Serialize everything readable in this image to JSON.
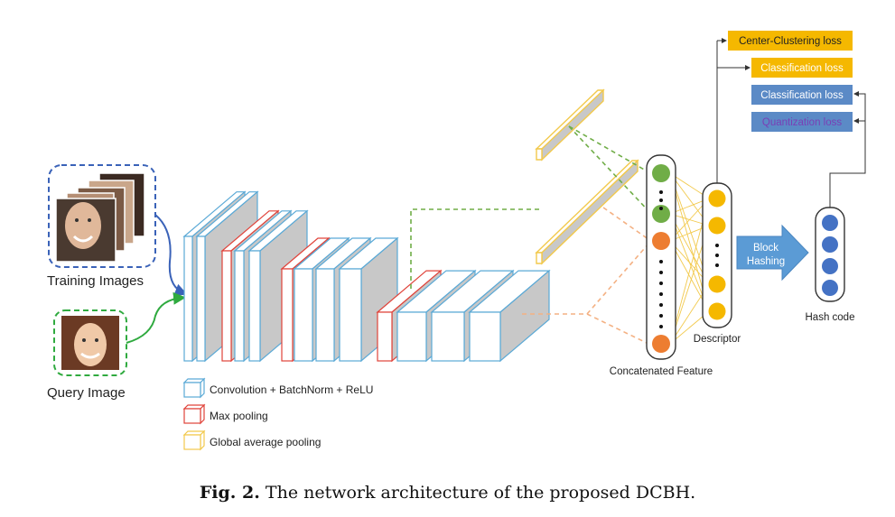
{
  "labels": {
    "training_images": "Training Images",
    "query_image": "Query Image",
    "concatenated_feature": "Concatenated Feature",
    "descriptor": "Descriptor",
    "hash_code": "Hash code",
    "block_hashing": "Block\nHashing"
  },
  "losses": [
    {
      "text": "Center-Clustering loss",
      "color": "#f5b800",
      "text_color": "#222222"
    },
    {
      "text": "Classification loss",
      "color": "#f5b800",
      "text_color": "#ffffff"
    },
    {
      "text": "Classification loss",
      "color": "#5b8ac6",
      "text_color": "#ffffff"
    },
    {
      "text": "Quantization loss",
      "color": "#5b8ac6",
      "text_color": "#7a3fb5"
    }
  ],
  "legend": [
    {
      "text": "Convolution + BatchNorm  + ReLU",
      "color": "#5aa9d6"
    },
    {
      "text": "Max pooling",
      "color": "#e0433a"
    },
    {
      "text": "Global average pooling",
      "color": "#f2c94c"
    }
  ],
  "caption": {
    "prefix": "Fig. 2.",
    "text": " The network architecture of the proposed DCBH."
  },
  "colors": {
    "conv": "#5aa9d6",
    "pool": "#e0433a",
    "gap": "#f2c94c",
    "green_node": "#70ad47",
    "orange_node": "#ed7d31",
    "yellow_node": "#f5b800",
    "blue_node": "#4472c4",
    "arrow_blue": "#5b9bd5",
    "dashed_green": "#70ad47",
    "dashed_orange": "#f4b183",
    "training_frame": "#3a62b8",
    "query_frame": "#2faa3f"
  }
}
